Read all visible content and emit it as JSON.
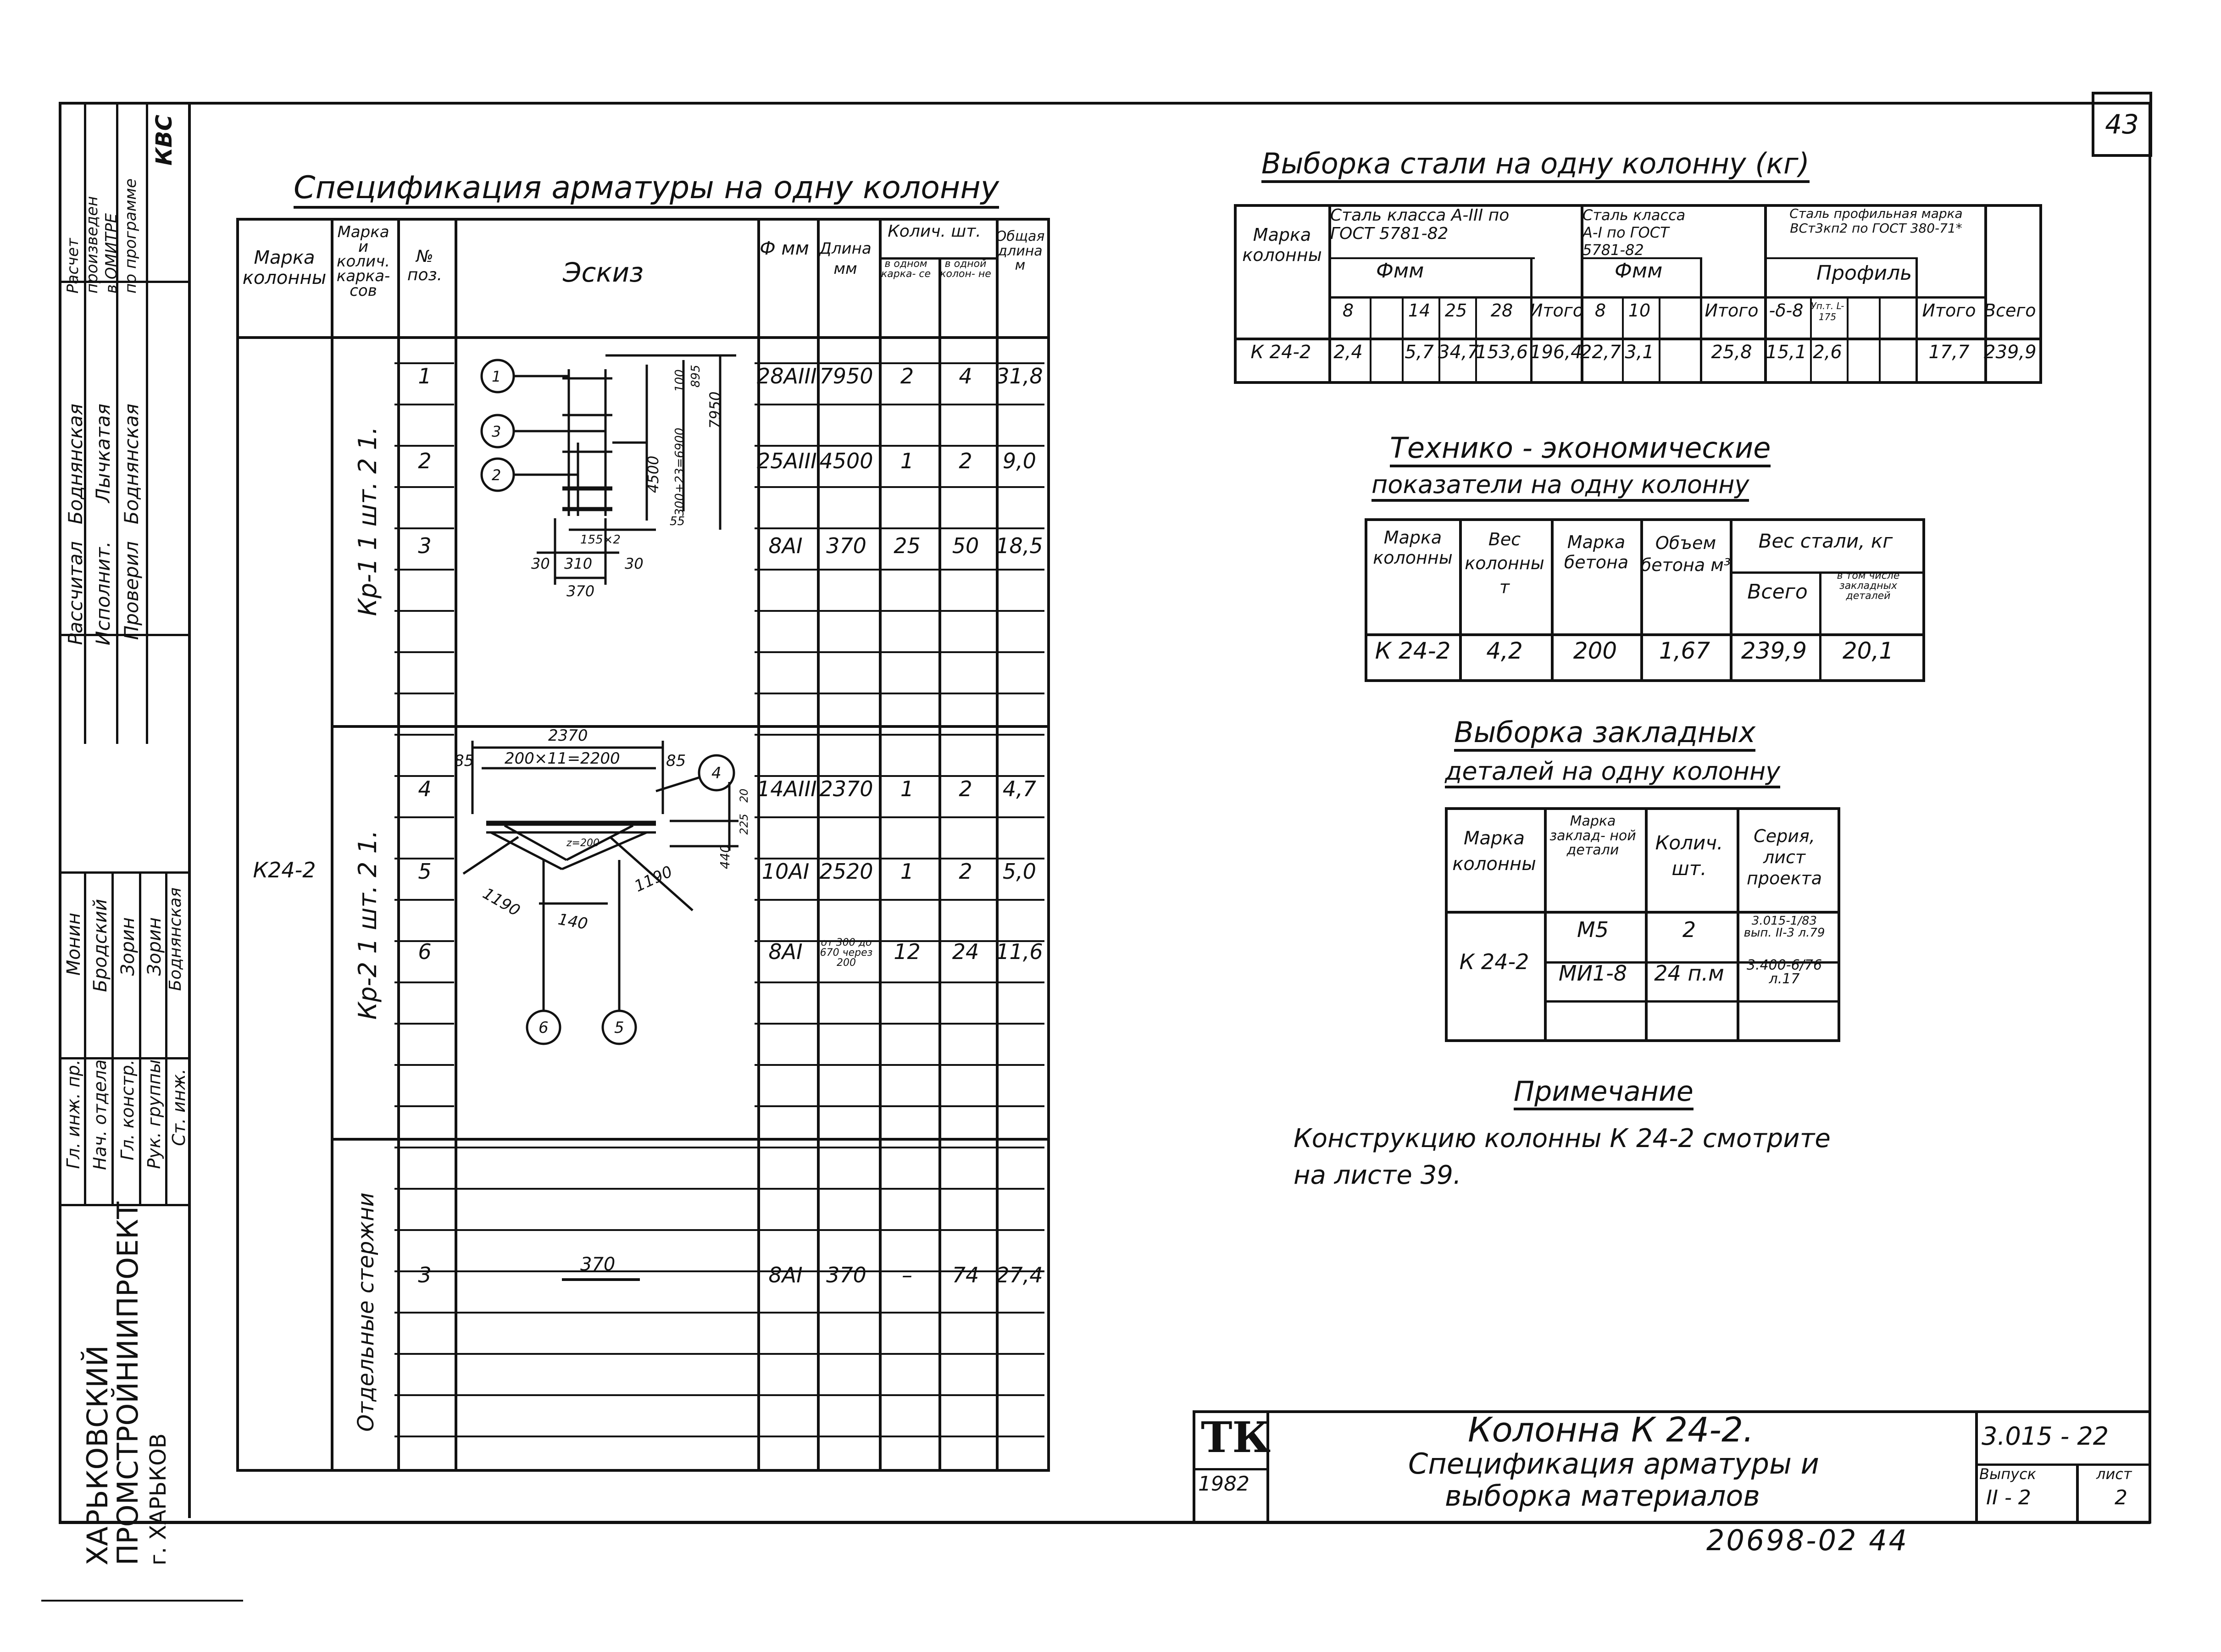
{
  "page_number": "43",
  "left_strip": {
    "calc_note": [
      "Расчет",
      "произведен",
      "в ОМИТРЕ",
      "по программе"
    ],
    "calc_program": "КВС",
    "roles": [
      {
        "role": "Гл. инж. пр.",
        "name": "Монин"
      },
      {
        "role": "Нач. отдела",
        "name": "Бродский"
      },
      {
        "role": "Гл. констр.",
        "name": "Зорин"
      },
      {
        "role": "Рук. группы",
        "name": "Зорин"
      },
      {
        "role": "Ст. инж.",
        "name": "Боднянская"
      }
    ],
    "checkers": [
      {
        "role": "Рассчитал",
        "name": "Боднянская"
      },
      {
        "role": "Исполнит.",
        "name": "Лычкатая"
      },
      {
        "role": "Проверил",
        "name": "Боднянская"
      }
    ],
    "org_lines": [
      "ХАРЬКОВСКИЙ",
      "ПРОМСТРОЙНИИПРОЕКТ",
      "г. ХАРЬКОВ"
    ]
  },
  "spec": {
    "title": "Спецификация арматуры на одну колонну",
    "headers": {
      "col_mark": "Марка колонны",
      "frame_mark": "Марка и колич. карка- сов",
      "pos": "№ поз.",
      "sketch": "Эскиз",
      "dia": "Ф мм",
      "length": "Длина мм",
      "qty_group": "Колич. шт.",
      "qty_frame": "в одном карка- се",
      "qty_col": "в одной колон- не",
      "total_len": "Общая длина м"
    },
    "column_mark": "К24-2",
    "groups": [
      {
        "label": "Кр-1 1 шт. 2 1.",
        "rows": [
          {
            "pos": "1",
            "dia": "28AIII",
            "len": "7950",
            "qf": "2",
            "qc": "4",
            "tot": "31,8"
          },
          {
            "pos": "2",
            "dia": "25AIII",
            "len": "4500",
            "qf": "1",
            "qc": "2",
            "tot": "9,0"
          },
          {
            "pos": "3",
            "dia": "8AI",
            "len": "370",
            "qf": "25",
            "qc": "50",
            "tot": "18,5"
          }
        ]
      },
      {
        "label": "Кр-2 1 шт. 2 1.",
        "rows": [
          {
            "pos": "4",
            "dia": "14AIII",
            "len": "2370",
            "qf": "1",
            "qc": "2",
            "tot": "4,7"
          },
          {
            "pos": "5",
            "dia": "10AI",
            "len": "2520",
            "qf": "1",
            "qc": "2",
            "tot": "5,0"
          },
          {
            "pos": "6",
            "dia": "8AI",
            "len": "от 300 до 670 через 200",
            "qf": "12",
            "qc": "24",
            "tot": "11,6"
          }
        ]
      },
      {
        "label": "Отдельные стержни",
        "rows": [
          {
            "pos": "3",
            "dia": "8AI",
            "len": "370",
            "qf": "–",
            "qc": "74",
            "tot": "27,4"
          }
        ]
      }
    ],
    "sketch1": {
      "dims": [
        "7950",
        "4500",
        "300+23=6900",
        "100",
        "895",
        "55",
        "155×2",
        "310",
        "370",
        "30",
        "30"
      ],
      "callouts": [
        "1",
        "3",
        "2"
      ]
    },
    "sketch2": {
      "dims": [
        "2370",
        "200×11=2200",
        "85",
        "85",
        "1190",
        "140",
        "1190",
        "440",
        "225",
        "20",
        "z=200"
      ],
      "callouts": [
        "4",
        "6",
        "5"
      ]
    },
    "sketch3": {
      "dim": "370"
    }
  },
  "steel": {
    "title": "Выборка стали на одну колонну (кг)",
    "h_mark": "Марка колонны",
    "h_a3": "Сталь класса А-III по ГОСТ 5781-82",
    "h_a1": "Сталь класса А-I по ГОСТ 5781-82",
    "h_prof": "Сталь профильная марка ВСт3кп2 по ГОСТ 380-71*",
    "h_dia": "Фмм",
    "h_profile": "Профиль",
    "h_total": "Итого",
    "h_all": "Всего",
    "h_sub": [
      "8",
      "",
      "14",
      "25",
      "28",
      "Итого",
      "8",
      "10",
      "",
      "Итого",
      "-δ-8",
      "Уп.т. L-175",
      "",
      "",
      "Итого",
      "Всего"
    ],
    "row": [
      "К 24-2",
      "2,4",
      "",
      "5,7",
      "34,7",
      "153,6",
      "196,4",
      "22,7",
      "3,1",
      "",
      "25,8",
      "15,1",
      "2,6",
      "",
      "",
      "17,7",
      "239,9"
    ]
  },
  "tech": {
    "title_1": "Технико - экономические",
    "title_2": "показатели на одну колонну",
    "h": [
      "Марка колонны",
      "Вес колонны т",
      "Марка бетона",
      "Объем бетона м³",
      "Вес стали, кг"
    ],
    "h_steel_sub": [
      "Всего",
      "в том числе закладных деталей"
    ],
    "row": [
      "К 24-2",
      "4,2",
      "200",
      "1,67",
      "239,9",
      "20,1"
    ]
  },
  "embed": {
    "title_1": "Выборка закладных",
    "title_2": "деталей на одну колонну",
    "h": [
      "Марка колонны",
      "Марка заклад- ной детали",
      "Колич. шт.",
      "Серия, лист проекта"
    ],
    "mark": "К 24-2",
    "rows": [
      {
        "part": "М5",
        "qty": "2",
        "series": "3.015-1/83 вып. II-3 л.79"
      },
      {
        "part": "МИ1-8",
        "qty": "24 п.м",
        "series": "3.400-6/76 л.17"
      }
    ]
  },
  "note": {
    "title": "Примечание",
    "line1": "Конструкцию колонны К 24-2 смотрите",
    "line2": "на листе 39."
  },
  "stamp": {
    "logo": "ТК",
    "year": "1982",
    "title_1": "Колонна К 24-2.",
    "title_2": "Спецификация арматуры и",
    "title_3": "выборка материалов",
    "series": "3.015 - 22",
    "issue_label": "Выпуск",
    "issue": "II - 2",
    "sheet_label": "лист",
    "sheet": "2",
    "bottom_code": "20698-02 44"
  }
}
